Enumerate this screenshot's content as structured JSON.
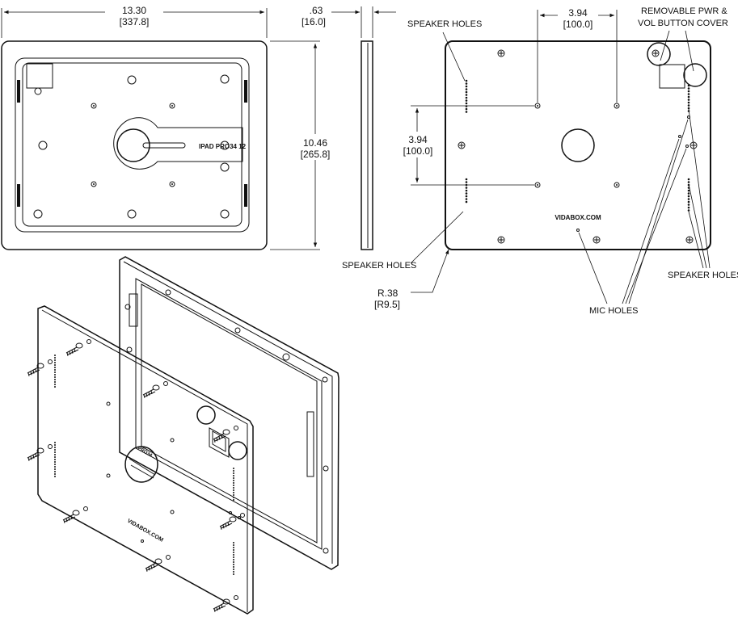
{
  "front_view": {
    "width_in": "13.30",
    "width_mm": "[337.8]",
    "height_in": "10.46",
    "height_mm": "[265.8]",
    "engraving": "IPAD PRO34 12"
  },
  "side_view": {
    "depth_in": ".63",
    "depth_mm": "[16.0]"
  },
  "back_view": {
    "vesa_h_in": "3.94",
    "vesa_h_mm": "[100.0]",
    "vesa_v_in": "3.94",
    "vesa_v_mm": "[100.0]",
    "radius_in": "R.38",
    "radius_mm": "[R9.5]",
    "brand": "VIDABOX.COM",
    "callouts": {
      "speaker_holes_top": "SPEAKER HOLES",
      "speaker_holes_left": "SPEAKER HOLES",
      "speaker_holes_right": "SPEAKER HOLES",
      "cover_line1": "REMOVABLE PWR &",
      "cover_line2": "VOL BUTTON COVER",
      "mic_holes": "MIC HOLES"
    }
  },
  "iso_view": {
    "brand": "VIDABOX.COM",
    "engraving": "PRO34"
  }
}
